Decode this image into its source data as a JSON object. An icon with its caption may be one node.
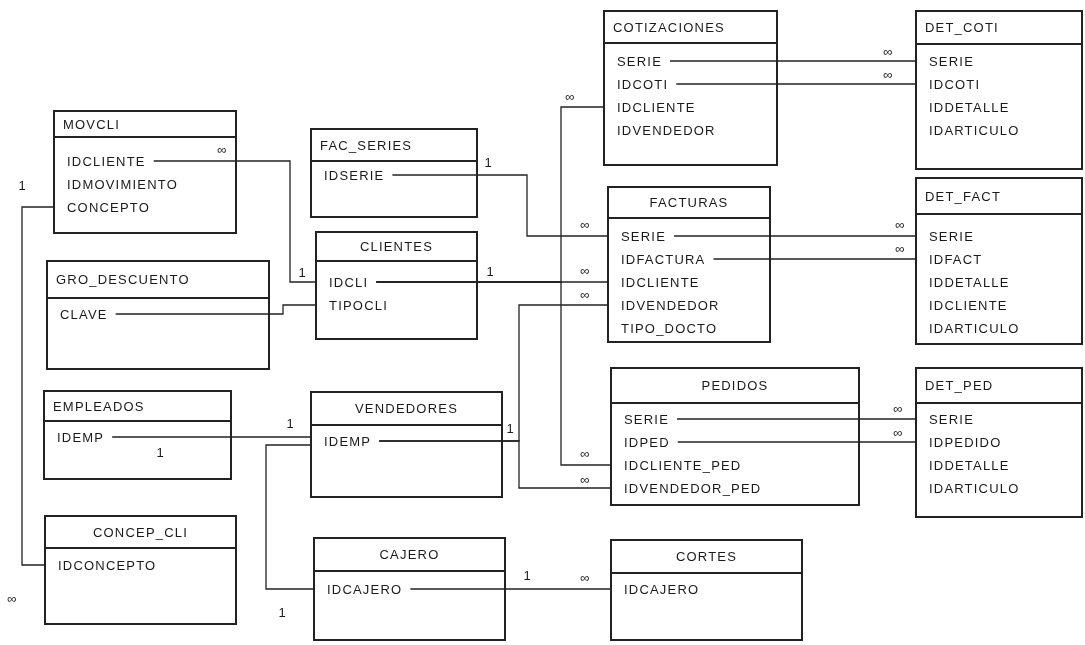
{
  "diagram": {
    "nodes": [
      {
        "text": [
          "COTIZACIONES"
        ]
      },
      {
        "text": [
          "SERIE"
        ],
        "in": 0
      },
      {
        "text": [
          "IDCOTI"
        ],
        "in": 0
      },
      {
        "text": [
          "IDCLIENTE"
        ],
        "in": 0
      },
      {
        "text": [
          "IDVENDEDOR"
        ],
        "in": 0
      },
      {
        "text": [
          "DET_COTI"
        ]
      },
      {
        "text": [
          "SERIE"
        ],
        "in": 5
      },
      {
        "text": [
          "IDCOTI"
        ],
        "in": 5
      },
      {
        "text": [
          "IDDETALLE"
        ],
        "in": 5
      },
      {
        "text": [
          "IDARTICULO"
        ],
        "in": 5
      },
      {
        "text": [
          "MOVCLI"
        ]
      },
      {
        "text": [
          "IDCLIENTE"
        ],
        "in": 10
      },
      {
        "text": [
          "IDMOVIMIENTO"
        ],
        "in": 10
      },
      {
        "text": [
          "CONCEPTO"
        ],
        "in": 10
      },
      {
        "text": [
          "FAC_SERIES"
        ]
      },
      {
        "text": [
          "IDSERIE"
        ],
        "in": 14
      },
      {
        "text": [
          "FACTURAS"
        ]
      },
      {
        "text": [
          "SERIE"
        ],
        "in": 16
      },
      {
        "text": [
          "IDFACTURA"
        ],
        "in": 16
      },
      {
        "text": [
          "IDCLIENTE"
        ],
        "in": 16
      },
      {
        "text": [
          "IDVENDEDOR"
        ],
        "in": 16
      },
      {
        "text": [
          "TIPO_DOCTO"
        ],
        "in": 16
      },
      {
        "text": [
          "DET_FACT"
        ]
      },
      {
        "text": [
          "SERIE"
        ],
        "in": 22
      },
      {
        "text": [
          "IDFACT"
        ],
        "in": 22
      },
      {
        "text": [
          "IDDETALLE"
        ],
        "in": 22
      },
      {
        "text": [
          "IDCLIENTE"
        ],
        "in": 22
      },
      {
        "text": [
          "IDARTICULO"
        ],
        "in": 22
      },
      {
        "text": [
          "CLIENTES"
        ]
      },
      {
        "text": [
          "IDCLI"
        ],
        "in": 28
      },
      {
        "text": [
          "TIPOCLI"
        ],
        "in": 28
      },
      {
        "text": [
          "GRO_DESCUENTO"
        ]
      },
      {
        "text": [
          "CLAVE"
        ],
        "in": 31
      },
      {
        "text": [
          "EMPLEADOS"
        ]
      },
      {
        "text": [
          "IDEMP"
        ],
        "in": 33
      },
      {
        "text": [
          "VENDEDORES"
        ]
      },
      {
        "text": [
          "IDEMP"
        ],
        "in": 35
      },
      {
        "text": [
          "PEDIDOS"
        ]
      },
      {
        "text": [
          "SERIE"
        ],
        "in": 37
      },
      {
        "text": [
          "IDPED"
        ],
        "in": 37
      },
      {
        "text": [
          "IDCLIENTE_PED"
        ],
        "in": 37
      },
      {
        "text": [
          "IDVENDEDOR_PED"
        ],
        "in": 37
      },
      {
        "text": [
          "DET_PED"
        ]
      },
      {
        "text": [
          "SERIE"
        ],
        "in": 42
      },
      {
        "text": [
          "IDPEDIDO"
        ],
        "in": 42
      },
      {
        "text": [
          "IDDETALLE"
        ],
        "in": 42
      },
      {
        "text": [
          "IDARTICULO"
        ],
        "in": 42
      },
      {
        "text": [
          "CONCEP_CLI"
        ]
      },
      {
        "text": [
          "IDCONCEPTO"
        ],
        "in": 47
      },
      {
        "text": [
          "CAJERO"
        ]
      },
      {
        "text": [
          "IDCAJERO"
        ],
        "in": 49
      },
      {
        "text": [
          "CORTES"
        ]
      },
      {
        "text": [
          "IDCAJERO"
        ],
        "in": 51
      }
    ],
    "edges": [
      {
        "from": 1,
        "to": 6,
        "arrow": "none"
      },
      {
        "from": 2,
        "to": 7,
        "arrow": "none"
      },
      {
        "from": 29,
        "to": 3,
        "arrow": "none"
      },
      {
        "from": 11,
        "to": 29,
        "arrow": "none"
      },
      {
        "from": 15,
        "to": 17,
        "arrow": "none"
      },
      {
        "from": 17,
        "to": 23,
        "arrow": "none"
      },
      {
        "from": 18,
        "to": 24,
        "arrow": "none"
      },
      {
        "from": 29,
        "to": 19,
        "arrow": "none"
      },
      {
        "from": 13,
        "to": 48,
        "arrow": "none"
      },
      {
        "from": 32,
        "to": 30,
        "arrow": "none"
      },
      {
        "from": 34,
        "to": 36,
        "arrow": "none"
      },
      {
        "from": 36,
        "to": 20,
        "arrow": "none"
      },
      {
        "from": 38,
        "to": 43,
        "arrow": "none"
      },
      {
        "from": 39,
        "to": 44,
        "arrow": "none"
      },
      {
        "from": 29,
        "to": 40,
        "arrow": "none"
      },
      {
        "from": 36,
        "to": 41,
        "arrow": "none"
      },
      {
        "from": 36,
        "to": 50,
        "arrow": "none"
      },
      {
        "from": 50,
        "to": 52,
        "arrow": "none"
      }
    ],
    "labels": [
      "∞",
      "∞",
      "∞",
      "∞",
      "1",
      "1",
      "∞",
      "∞",
      "∞",
      "∞",
      "1",
      "1",
      "∞",
      "∞",
      "1",
      "1",
      "∞",
      "1",
      "∞",
      "∞",
      "1",
      "∞",
      "∞",
      "1"
    ]
  }
}
